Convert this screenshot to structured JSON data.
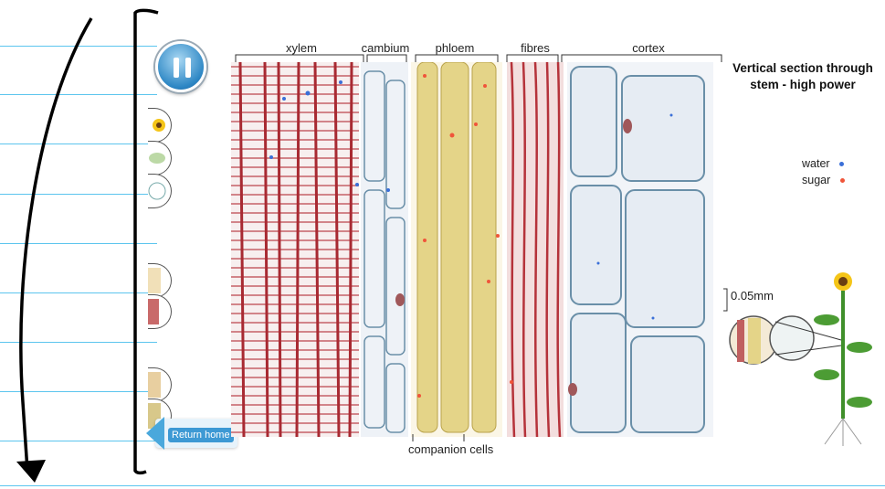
{
  "toolbar": {
    "return_home_label": "Return home"
  },
  "diagram": {
    "headers": [
      "xylem",
      "cambium",
      "phloem",
      "fibres",
      "cortex"
    ],
    "bottom_label": "companion cells",
    "title": "Vertical section through stem - high power",
    "legend": [
      {
        "label": "water",
        "color": "#3a6fd8"
      },
      {
        "label": "sugar",
        "color": "#f0553a"
      }
    ],
    "scale_label": "0.05mm"
  },
  "colors": {
    "accent": "#2c86c4",
    "rule": "#5cc5ee",
    "xylem": "#b5323a",
    "phloem": "#e4d488"
  }
}
